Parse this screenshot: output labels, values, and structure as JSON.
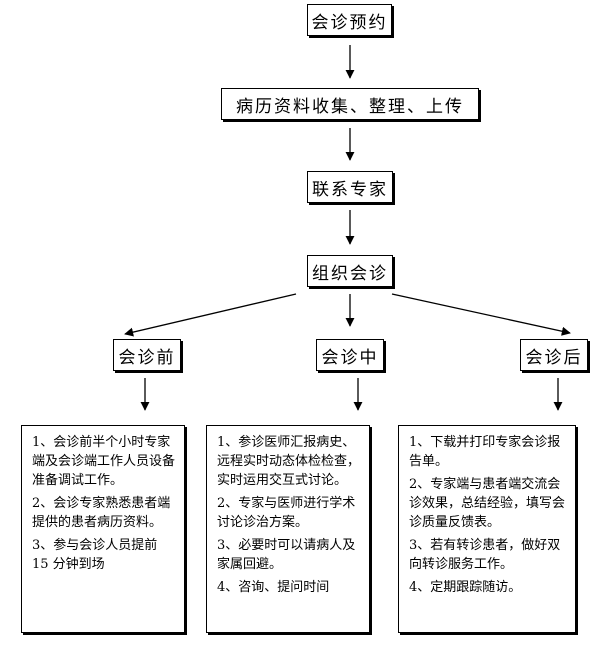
{
  "flow": {
    "step1": "会诊预约",
    "step2": "病历资料收集、整理、上传",
    "step3": "联系专家",
    "step4": "组织会诊"
  },
  "phases": [
    {
      "label": "会诊前",
      "items": [
        "1、会诊前半个小时专家端及会诊端工作人员设备准备调试工作。",
        "2、会诊专家熟悉患者端提供的患者病历资料。",
        "3、参与会诊人员提前 15 分钟到场"
      ]
    },
    {
      "label": "会诊中",
      "items": [
        "1、参诊医师汇报病史、远程实时动态体检检查，实时运用交互式讨论。",
        "2、专家与医师进行学术讨论诊治方案。",
        "3、必要时可以请病人及家属回避。",
        "4、咨询、提问时间"
      ]
    },
    {
      "label": "会诊后",
      "items": [
        "1、下载并打印专家会诊报告单。",
        "2、专家端与患者端交流会诊效果，总结经验，填写会诊质量反馈表。",
        "3、若有转诊患者，做好双向转诊服务工作。",
        "4、定期跟踪随访。"
      ]
    }
  ]
}
